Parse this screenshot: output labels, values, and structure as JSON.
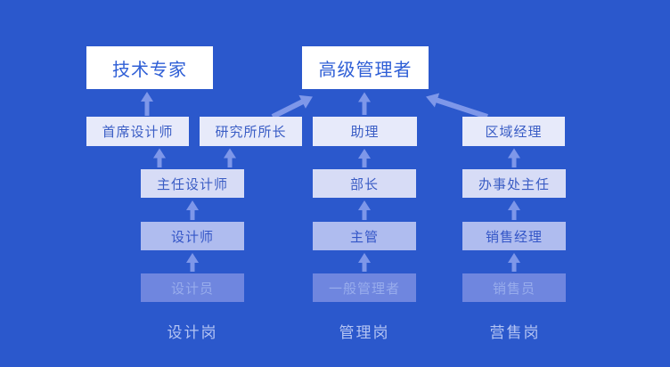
{
  "diagram_type": "career-promotion-ladder",
  "colors": {
    "background": "#2B58CC",
    "arrow": "#7E97E9",
    "level_fills": [
      "#FFFFFF",
      "#E7EAFA",
      "#D7DCF6",
      "#AFBCEF",
      "#6F86DF"
    ],
    "level_text": [
      "#2F5FD6",
      "#3A5DC5",
      "#3A5CC4",
      "#3456C7",
      "#98ACEC"
    ],
    "column_label_text": "#B4C4F3"
  },
  "nodes": {
    "tech_expert": "技术专家",
    "senior_manager": "高级管理者",
    "chief_designer": "首席设计师",
    "institute_director": "研究所所长",
    "assistant": "助理",
    "regional_manager": "区域经理",
    "director_designer": "主任设计师",
    "department_head": "部长",
    "office_director": "办事处主任",
    "designer": "设计师",
    "supervisor": "主管",
    "sales_manager": "销售经理",
    "draftsman": "设计员",
    "general_manager": "一般管理者",
    "salesperson": "销售员"
  },
  "column_labels": {
    "design": "设计岗",
    "management": "管理岗",
    "sales": "营售岗"
  },
  "columns": [
    {
      "label": "设计岗",
      "path_bottom_to_top": [
        "设计员",
        "设计师",
        "主任设计师",
        "首席设计师 / 研究所所长",
        "技术专家 / 高级管理者"
      ]
    },
    {
      "label": "管理岗",
      "path_bottom_to_top": [
        "一般管理者",
        "主管",
        "部长",
        "助理",
        "高级管理者"
      ]
    },
    {
      "label": "营售岗",
      "path_bottom_to_top": [
        "销售员",
        "销售经理",
        "办事处主任",
        "区域经理",
        "高级管理者"
      ]
    }
  ],
  "edges": [
    {
      "from": "设计员",
      "to": "设计师"
    },
    {
      "from": "设计师",
      "to": "主任设计师"
    },
    {
      "from": "主任设计师",
      "to": "首席设计师"
    },
    {
      "from": "主任设计师",
      "to": "研究所所长"
    },
    {
      "from": "首席设计师",
      "to": "技术专家"
    },
    {
      "from": "研究所所长",
      "to": "高级管理者"
    },
    {
      "from": "一般管理者",
      "to": "主管"
    },
    {
      "from": "主管",
      "to": "部长"
    },
    {
      "from": "部长",
      "to": "助理"
    },
    {
      "from": "助理",
      "to": "高级管理者"
    },
    {
      "from": "销售员",
      "to": "销售经理"
    },
    {
      "from": "销售经理",
      "to": "办事处主任"
    },
    {
      "from": "办事处主任",
      "to": "区域经理"
    },
    {
      "from": "区域经理",
      "to": "高级管理者"
    }
  ]
}
